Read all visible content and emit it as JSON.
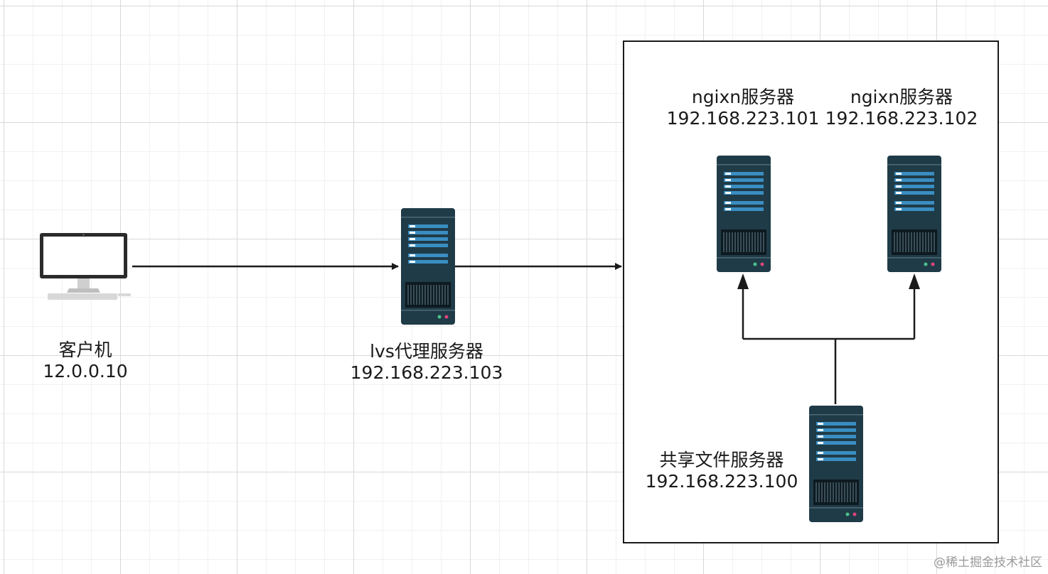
{
  "nodes": {
    "client": {
      "name": "客户机",
      "ip": "12.0.0.10",
      "icon": "desktop-computer-icon"
    },
    "lvs": {
      "name": "lvs代理服务器",
      "ip": "192.168.223.103",
      "icon": "server-icon"
    },
    "nginx1": {
      "name": "ngixn服务器",
      "ip": "192.168.223.101",
      "icon": "server-icon"
    },
    "nginx2": {
      "name": "ngixn服务器",
      "ip": "192.168.223.102",
      "icon": "server-icon"
    },
    "nfs": {
      "name": "共享文件服务器",
      "ip": "192.168.223.100",
      "icon": "server-icon"
    }
  },
  "edges": [
    {
      "from": "client",
      "to": "lvs"
    },
    {
      "from": "lvs",
      "to": "server-cluster-group"
    },
    {
      "from": "nfs",
      "to": "nginx1"
    },
    {
      "from": "nfs",
      "to": "nginx2"
    }
  ],
  "colors": {
    "server_body": "#1f3b47",
    "server_stripe": "#3a8ec2",
    "line": "#1a1a1a",
    "grid": "#d9d9d9"
  },
  "watermark": "@稀土掘金技术社区"
}
